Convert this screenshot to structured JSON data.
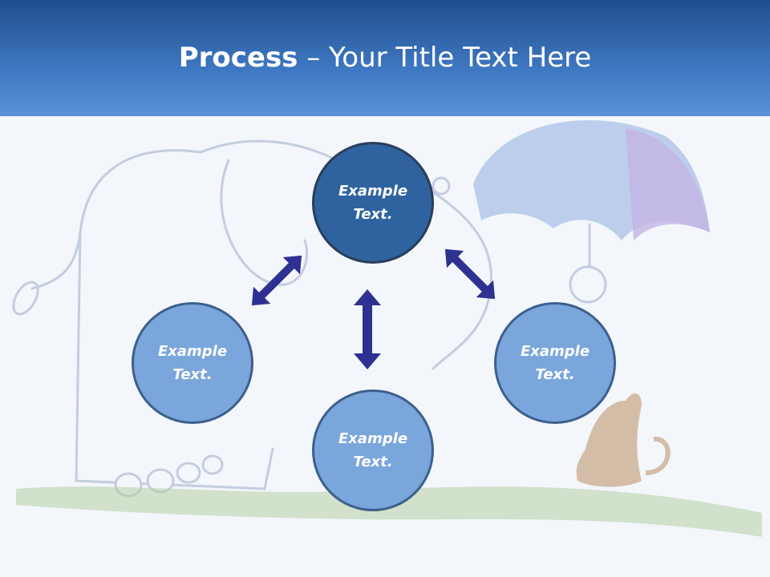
{
  "title": {
    "bold": "Process",
    "rest": " – Your Title Text Here"
  },
  "nodes": {
    "top": {
      "line1": "Example",
      "line2": "Text."
    },
    "left": {
      "line1": "Example",
      "line2": "Text."
    },
    "right": {
      "line1": "Example",
      "line2": "Text."
    },
    "bottom": {
      "line1": "Example",
      "line2": "Text."
    }
  },
  "colors": {
    "header": "#2f67b1",
    "center_node": "#2f639f",
    "outer_node": "#7aa6dc",
    "arrow": "#2e3192"
  }
}
